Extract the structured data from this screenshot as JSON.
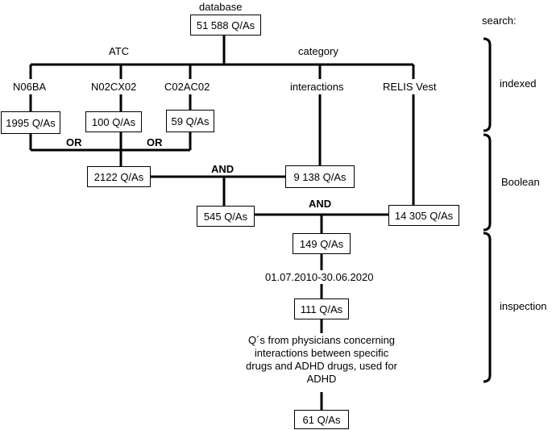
{
  "source": {
    "label": "database",
    "count": "51 588 Q/As"
  },
  "branches": {
    "atc": "ATC",
    "category": "category"
  },
  "indexed": [
    {
      "term": "N06BA",
      "count": "1995 Q/As"
    },
    {
      "term": "N02CX02",
      "count": "100 Q/As"
    },
    {
      "term": "C02AC02",
      "count": "59 Q/As"
    },
    {
      "term": "interactions",
      "count": "9 138 Q/As"
    },
    {
      "term": "RELIS Vest",
      "count": "14 305 Q/As"
    }
  ],
  "boolean": {
    "or1": "OR",
    "or2": "OR",
    "atc_union": "2122 Q/As",
    "and1": "AND",
    "and1_result": "545 Q/As",
    "and2": "AND",
    "and2_result": "149 Q/As"
  },
  "inspection": {
    "date_range": "01.07.2010-30.06.2020",
    "after_date": "111 Q/As",
    "criteria": [
      "Q´s from physicians concerning",
      "interactions between specific",
      "drugs and ADHD drugs, used for",
      "ADHD"
    ],
    "final": "61 Q/As"
  },
  "stages": {
    "header": "search:",
    "indexed": "indexed",
    "boolean": "Boolean",
    "inspection": "inspection"
  }
}
